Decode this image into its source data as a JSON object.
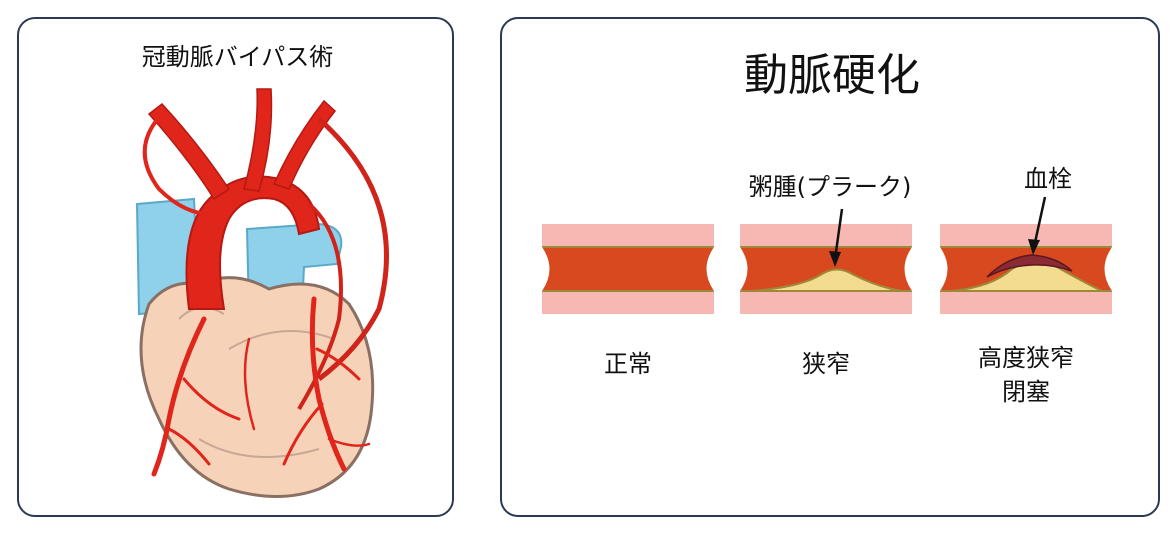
{
  "left_panel": {
    "title": "冠動脈バイパス術"
  },
  "right_panel": {
    "title": "動脈硬化",
    "annotations": {
      "plaque": "粥腫(プラーク)",
      "thrombus": "血栓"
    },
    "stages": [
      {
        "label": "正常"
      },
      {
        "label": "狭窄"
      },
      {
        "label_line1": "高度狭窄",
        "label_line2": "閉塞"
      }
    ]
  },
  "colors": {
    "border": "#2a3a55",
    "artery_red": "#e0251b",
    "vessel_inner": "#d9491f",
    "vessel_wall": "#f7b8b3",
    "plaque": "#f3dc8f",
    "thrombus": "#8a2a35",
    "heart": "#f6d2b8",
    "vein_blue": "#8fd0ea"
  }
}
